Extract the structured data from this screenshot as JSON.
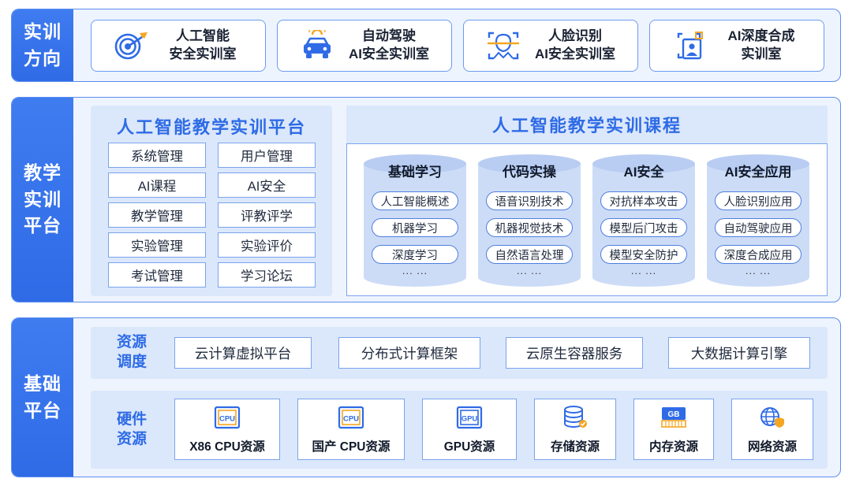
{
  "sections": {
    "direction": {
      "label_line1": "实训",
      "label_line2": "方向",
      "cards": [
        {
          "line1": "人工智能",
          "line2": "安全实训室",
          "icon": "target-icon"
        },
        {
          "line1": "自动驾驶",
          "line2": "AI安全实训室",
          "icon": "car-icon"
        },
        {
          "line1": "人脸识别",
          "line2": "AI安全实训室",
          "icon": "face-scan-icon"
        },
        {
          "line1": "AI深度合成",
          "line2": "实训室",
          "icon": "portrait-frame-icon"
        }
      ]
    },
    "teaching": {
      "label_line1": "教学",
      "label_line2": "实训",
      "label_line3": "平台",
      "platform_title": "人工智能教学实训平台",
      "platform_items": [
        "系统管理",
        "用户管理",
        "AI课程",
        "AI安全",
        "教学管理",
        "评教评学",
        "实验管理",
        "实验评价",
        "考试管理",
        "学习论坛"
      ],
      "course_title": "人工智能教学实训课程",
      "courses": [
        {
          "title": "基础学习",
          "items": [
            "人工智能概述",
            "机器学习",
            "深度学习"
          ],
          "more": "... ..."
        },
        {
          "title": "代码实操",
          "items": [
            "语音识别技术",
            "机器视觉技术",
            "自然语言处理"
          ],
          "more": "... ..."
        },
        {
          "title": "AI安全",
          "items": [
            "对抗样本攻击",
            "模型后门攻击",
            "模型安全防护"
          ],
          "more": "... ..."
        },
        {
          "title": "AI安全应用",
          "items": [
            "人脸识别应用",
            "自动驾驶应用",
            "深度合成应用"
          ],
          "more": "... ..."
        }
      ]
    },
    "base": {
      "label_line1": "基础",
      "label_line2": "平台",
      "scheduling": {
        "label_line1": "资源",
        "label_line2": "调度",
        "items": [
          "云计算虚拟平台",
          "分布式计算框架",
          "云原生容器服务",
          "大数据计算引擎"
        ]
      },
      "hardware": {
        "label_line1": "硬件",
        "label_line2": "资源",
        "items": [
          {
            "label": "X86 CPU资源",
            "icon": "cpu-chip-icon",
            "icon_text": "CPU"
          },
          {
            "label": "国产 CPU资源",
            "icon": "cpu-chip-icon",
            "icon_text": "CPU"
          },
          {
            "label": "GPU资源",
            "icon": "gpu-chip-icon",
            "icon_text": "GPU"
          },
          {
            "label": "存储资源",
            "icon": "database-icon"
          },
          {
            "label": "内存资源",
            "icon": "memory-gb-icon",
            "icon_text": "GB"
          },
          {
            "label": "网络资源",
            "icon": "globe-shield-icon"
          }
        ]
      }
    }
  },
  "colors": {
    "accent": "#2f6be6",
    "panel": "#dbe7fb",
    "band_bg": "#eef4fd",
    "border": "#5b8def",
    "orange": "#f5a623"
  }
}
